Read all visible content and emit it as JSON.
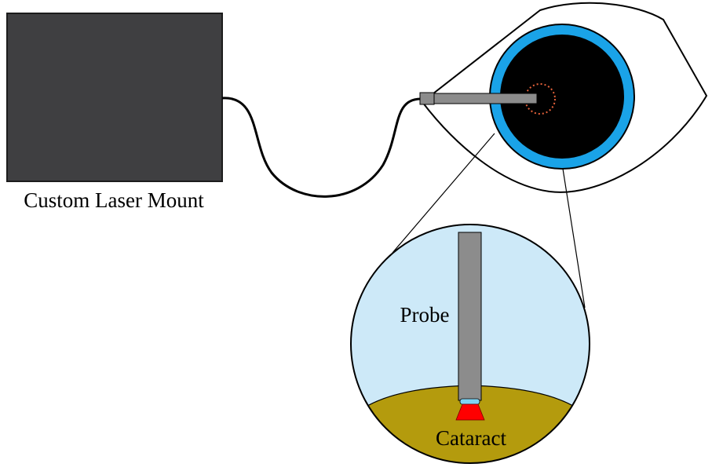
{
  "labels": {
    "laser_mount": "Custom Laser Mount",
    "probe": "Probe",
    "cataract": "Cataract"
  },
  "colors": {
    "laser_mount_box": "#3f3f41",
    "iris": "#1aa3e8",
    "pupil": "#000000",
    "probe": "#8c8c8c",
    "magnified_fluid": "#cde9f8",
    "cataract": "#b49b0d",
    "laser_tip": "#ff0000",
    "probe_lens": "#7fd4f3",
    "target_ring": "#e4613a"
  }
}
